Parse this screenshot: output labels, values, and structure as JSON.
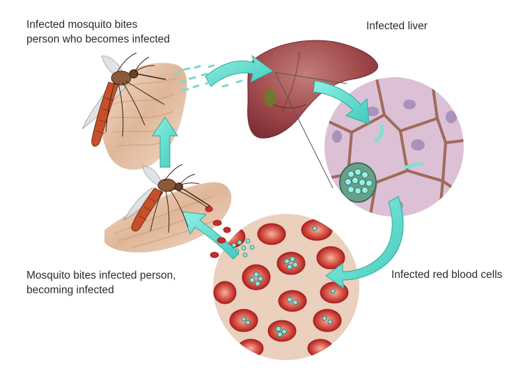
{
  "labels": {
    "mosquito_bites_person": {
      "line1": "Infected mosquito bites",
      "line2": "person who becomes infected"
    },
    "infected_liver": "Infected liver",
    "mosquito_bites_infected_person": {
      "line1": "Mosquito bites infected person,",
      "line2": "becoming infected"
    },
    "infected_red_blood_cells": "Infected red blood cells"
  },
  "colors": {
    "arrow": "#5fe0d0",
    "arrow_edge": "#2fa89c",
    "liver": "#a0494c",
    "liver_light": "#c27f7a",
    "skin": "#dcae8c",
    "mosquito_body": "#c6502a",
    "red_blood_cell": "#c92b2b",
    "plasma": "#ead0bd",
    "liver_cell": "#dcc1d6",
    "parasite": "#8fe3da"
  },
  "icons": {
    "mosquito_top": "mosquito-icon",
    "mosquito_bottom": "mosquito-icon",
    "liver": "liver-icon",
    "liver_cells_magnified": "liver-cells-icon",
    "blood_cells_magnified": "red-blood-cells-icon"
  }
}
